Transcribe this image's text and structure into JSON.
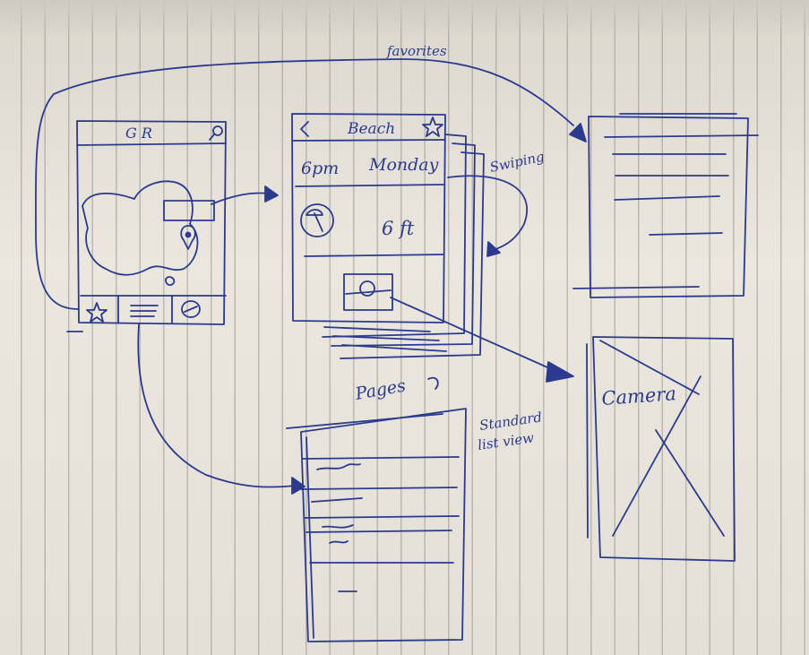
{
  "labels": {
    "favorites": "favorites",
    "map_title": "G R",
    "beach_title": "Beach",
    "time": "6pm",
    "day": "Monday",
    "wave_height": "6 ft",
    "swiping": "Swiping",
    "pages": "Pages",
    "standard_list_view_1": "Standard",
    "standard_list_view_2": "list view",
    "camera": "Camera"
  },
  "icons": [
    "star-icon",
    "list-icon",
    "camera-icon",
    "search-icon",
    "location-pin-icon",
    "back-chevron-icon"
  ],
  "colors": {
    "ink": "#2b3a8f",
    "paper": "#e9e5dc",
    "rule": "#5a5a5a"
  }
}
